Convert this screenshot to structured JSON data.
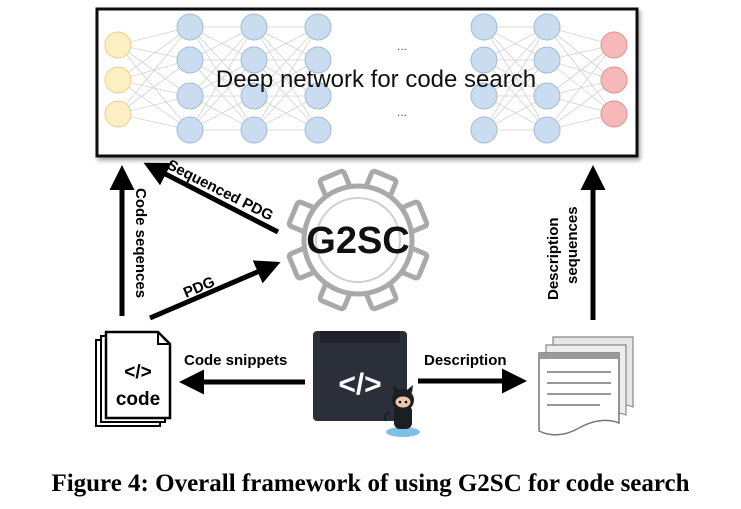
{
  "network": {
    "label": "Deep network for code search",
    "ellipsis": "..."
  },
  "g2sc": {
    "label": "G2SC"
  },
  "arrows": {
    "code_sequences": "Code seqences",
    "sequenced_pdg": "Sequenced PDG",
    "pdg": "PDG",
    "code_snippets": "Code snippets",
    "description": "Description",
    "description_sequences_line1": "Description",
    "description_sequences_line2": "sequences"
  },
  "code_doc": {
    "tag": "</>",
    "word": "code"
  },
  "repo": {
    "glyph": "</>"
  },
  "caption": "Figure 4: Overall framework of using G2SC for code search",
  "colors": {
    "input_node": "#fdefc4",
    "hidden_node": "#c9dcf0",
    "output_node": "#f6b8b8",
    "network_border": "#111111",
    "repo_dark": "#2b2f3a",
    "gear": "#a9a9a9"
  }
}
